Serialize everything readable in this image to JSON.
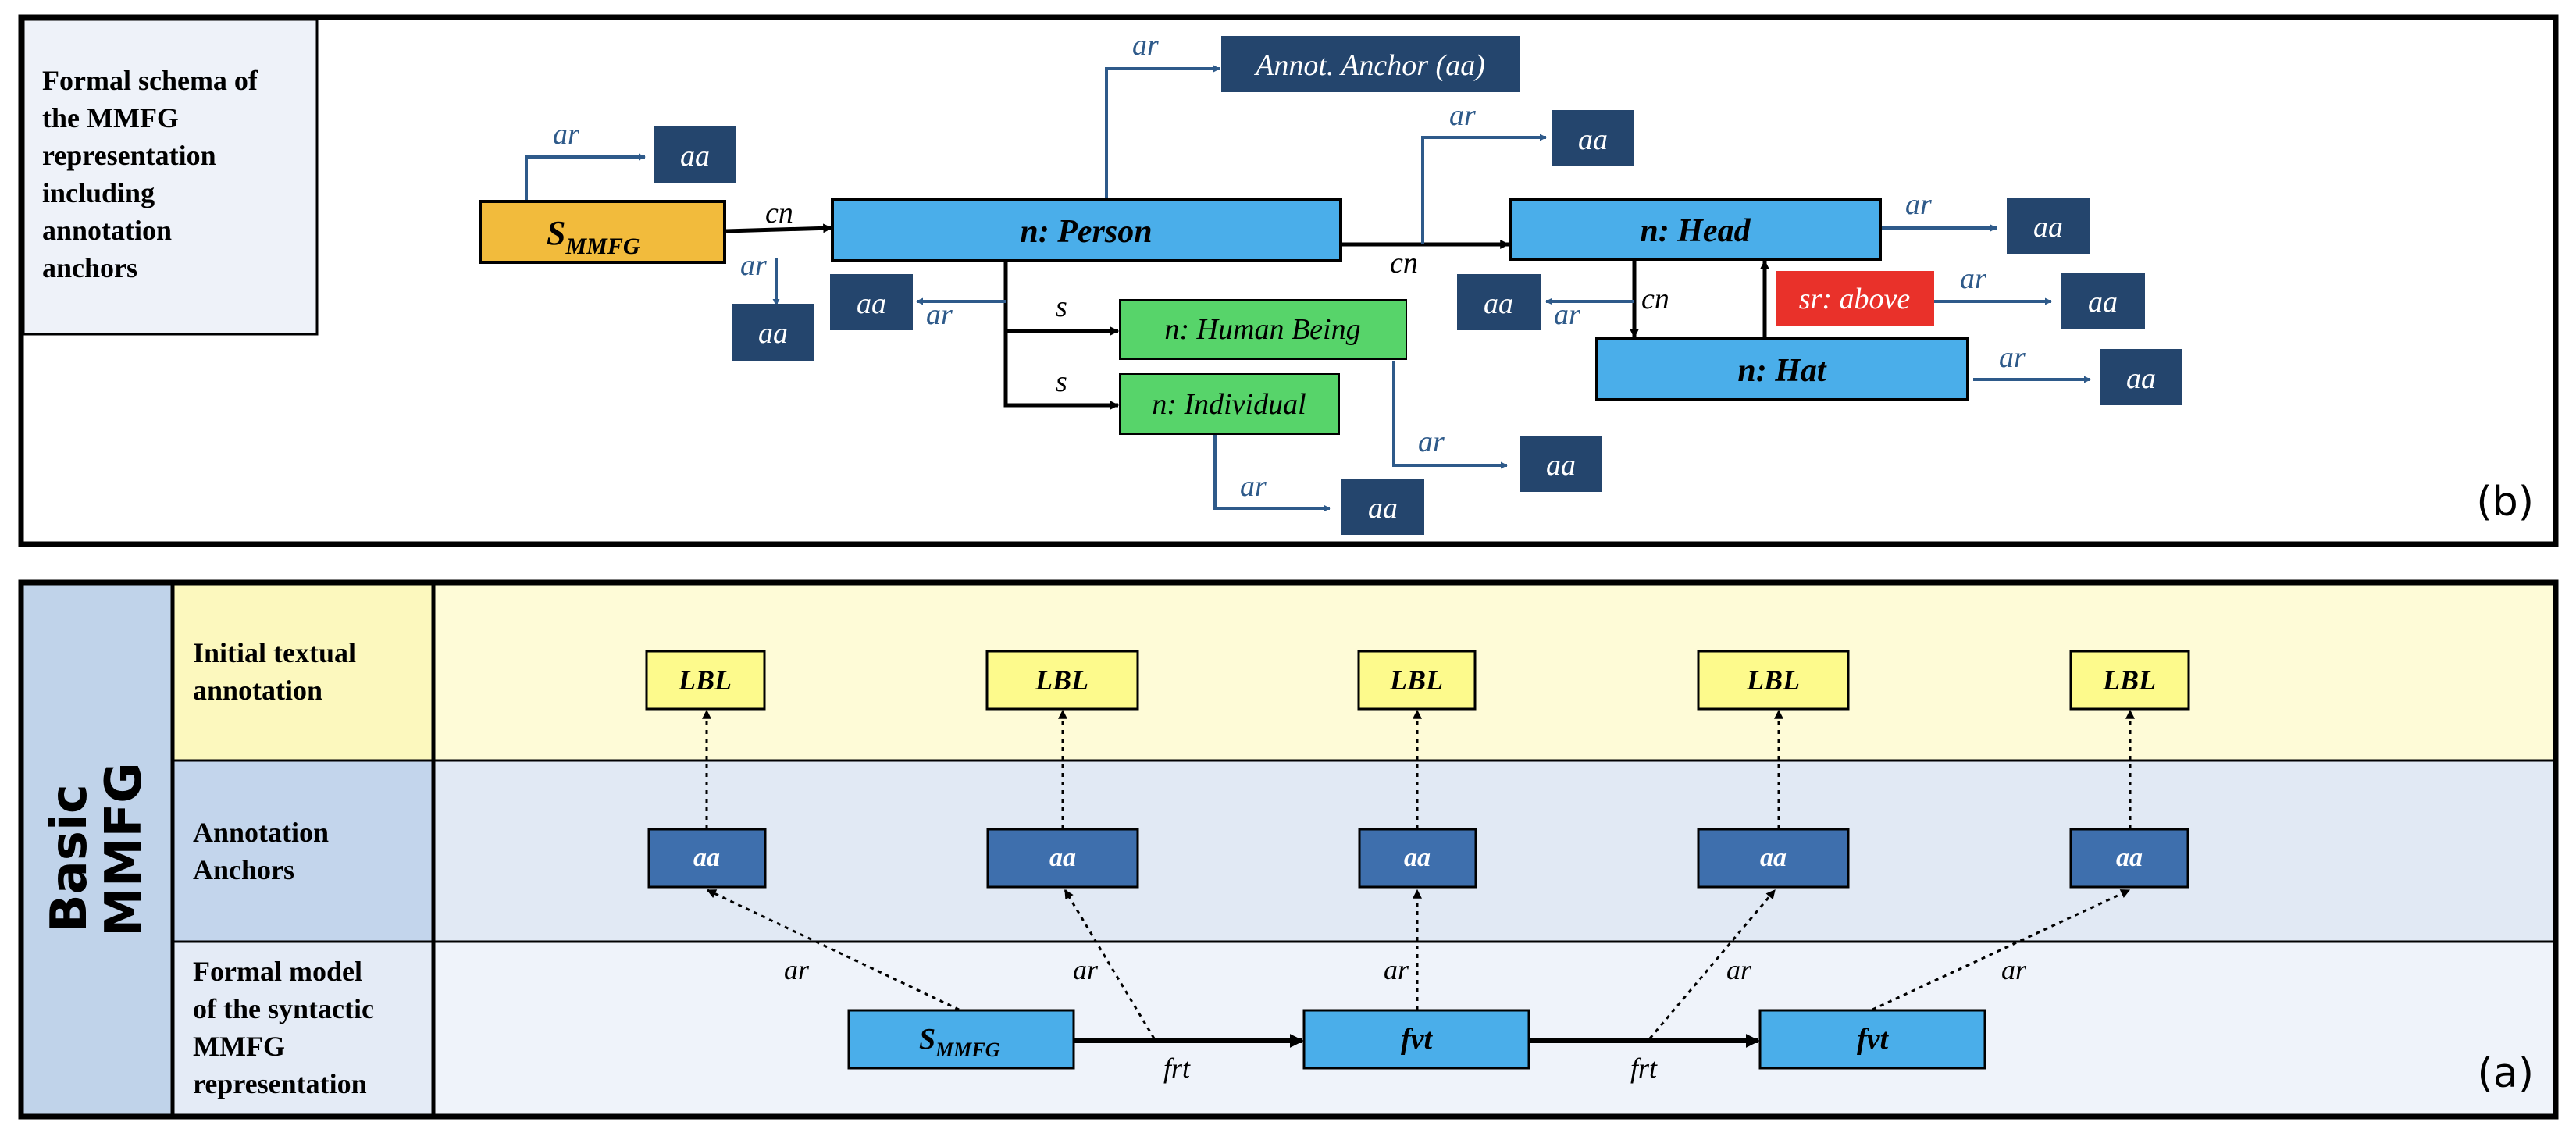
{
  "panel_b": {
    "caption": "Formal schema of the MMFG representation including annotation anchors",
    "caption_lines": [
      "Formal schema of",
      "the MMFG",
      "representation",
      "including",
      "annotation",
      "anchors"
    ],
    "corner_label": "(b)",
    "nodes": {
      "smmfg_main": "S",
      "smmfg_sub": "MMFG",
      "person": "n: Person",
      "head": "n: Head",
      "hat": "n: Hat",
      "human_being": "n: Human Being",
      "individual": "n: Individual",
      "sr_above": "sr: above",
      "annot_anchor": "Annot. Anchor (aa)",
      "aa": "aa"
    },
    "edges": {
      "ar": "ar",
      "cn": "cn",
      "s": "s"
    }
  },
  "panel_a": {
    "side_title_line1": "Basic",
    "side_title_line2": "MMFG",
    "corner_label": "(a)",
    "rows": [
      {
        "lines": [
          "Initial textual",
          "annotation"
        ]
      },
      {
        "lines": [
          "Annotation",
          "Anchors"
        ]
      },
      {
        "lines": [
          "Formal model",
          "of the syntactic",
          "MMFG",
          "representation"
        ]
      }
    ],
    "lbl": "LBL",
    "aa": "aa",
    "smmfg_main": "S",
    "smmfg_sub": "MMFG",
    "fvt": "fvt",
    "ar": "ar",
    "frt": "frt"
  },
  "colors": {
    "orange": "#f2bb3c",
    "blue_node": "#4aaeea",
    "green_node": "#57d46a",
    "red_node": "#e9312a",
    "dark_anchor": "#24456d",
    "mid_anchor": "#3e6fad",
    "yellow_lbl": "#fdfa8c",
    "arrow_blue": "#2e5a8a"
  }
}
